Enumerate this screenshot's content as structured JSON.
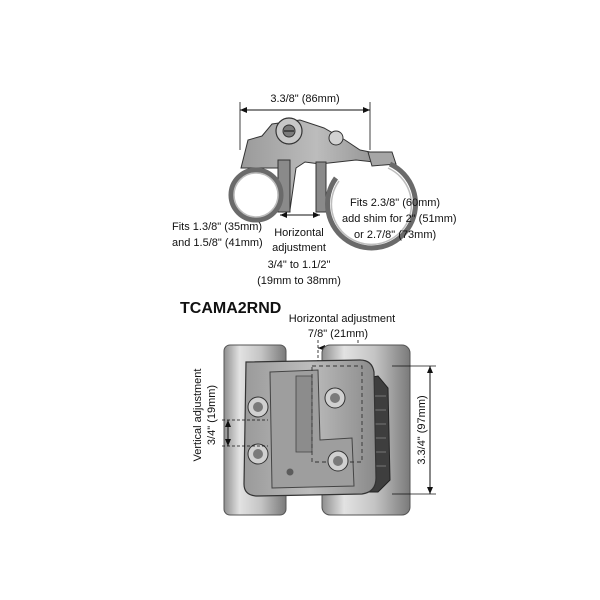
{
  "top_view": {
    "width_dim": "3.3/8\" (86mm)",
    "left_fit": [
      "Fits 1.3/8\" (35mm)",
      "and 1.5/8\" (41mm)"
    ],
    "right_fit": [
      "Fits 2.3/8\" (60mm)",
      "add shim for 2\" (51mm)",
      "or 2.7/8\" (73mm)"
    ],
    "horizontal_adjustment": [
      "Horizontal",
      "adjustment",
      "3/4\" to 1.1/2\"",
      "(19mm to 38mm)"
    ]
  },
  "model_name": "TCAMA2RND",
  "front_view": {
    "horizontal_adjustment": [
      "Horizontal adjustment",
      "7/8\" (21mm)"
    ],
    "vertical_adjustment": [
      "Vertical adjustment",
      "3/4\" (19mm)"
    ],
    "height_dim": "3.3/4\" (97mm)"
  },
  "colors": {
    "metal_light": "#d6d6d6",
    "metal_mid": "#a9a9a9",
    "metal_dark": "#5c5c5c",
    "pad_dark": "#3e3e3e",
    "line": "#111111"
  }
}
